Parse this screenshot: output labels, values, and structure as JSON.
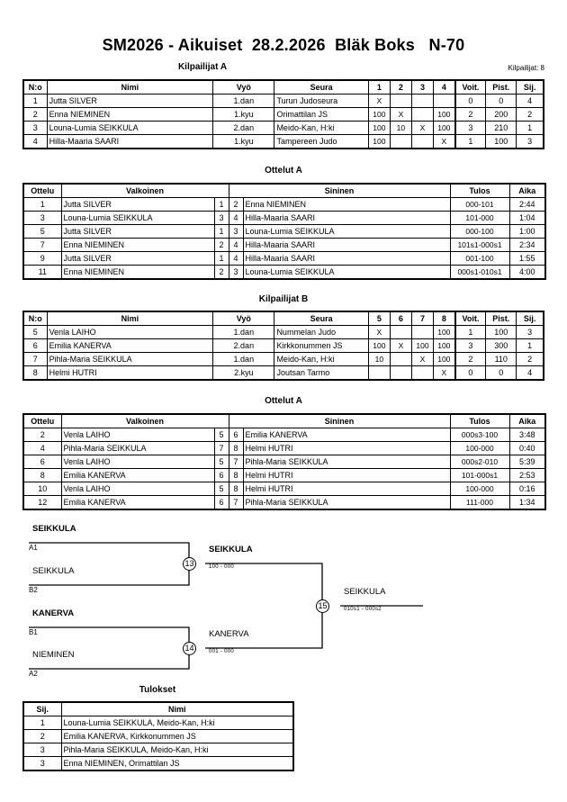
{
  "header": {
    "title": "SM2026 - Aikuiset  28.2.2026  Bläk Boks   N-70",
    "pool_a_caption": "Kilpailijat A",
    "competitor_count_note": "Kilpailijat: 8"
  },
  "pool_a": {
    "caption": "Kilpailijat A",
    "columns": [
      "N:o",
      "Nimi",
      "Vyö",
      "Seura",
      "1",
      "2",
      "3",
      "4",
      "Voit.",
      "Pist.",
      "Sij."
    ],
    "rows": [
      {
        "no": "1",
        "name": "Jutta SILVER",
        "belt": "1.dan",
        "club": "Turun Judoseura",
        "m": [
          "X",
          "",
          "",
          ""
        ],
        "wins": "0",
        "points": "0",
        "rank": "4"
      },
      {
        "no": "2",
        "name": "Enna NIEMINEN",
        "belt": "1.kyu",
        "club": "Orimattilan JS",
        "m": [
          "100",
          "X",
          "",
          "100"
        ],
        "wins": "2",
        "points": "200",
        "rank": "2"
      },
      {
        "no": "3",
        "name": "Louna-Lumia SEIKKULA",
        "belt": "2.dan",
        "club": "Meido-Kan, H:ki",
        "m": [
          "100",
          "10",
          "X",
          "100"
        ],
        "wins": "3",
        "points": "210",
        "rank": "1"
      },
      {
        "no": "4",
        "name": "Hilla-Maaria SAARI",
        "belt": "1.kyu",
        "club": "Tampereen Judo",
        "m": [
          "100",
          "",
          "",
          "X"
        ],
        "wins": "1",
        "points": "100",
        "rank": "3"
      }
    ]
  },
  "matches_a": {
    "caption": "Ottelut A",
    "columns": [
      "Ottelu",
      "Valkoinen",
      "",
      "",
      "Sininen",
      "Tulos",
      "Aika"
    ],
    "rows": [
      {
        "no": "1",
        "white": "Jutta SILVER",
        "white_bold": false,
        "wn": "1",
        "bn": "2",
        "blue": "Enna NIEMINEN",
        "blue_bold": true,
        "result": "000-101",
        "time": "2:44"
      },
      {
        "no": "3",
        "white": "Louna-Lumia SEIKKULA",
        "white_bold": true,
        "wn": "3",
        "bn": "4",
        "blue": "Hilla-Maaria SAARI",
        "blue_bold": false,
        "result": "101-000",
        "time": "1:04"
      },
      {
        "no": "5",
        "white": "Jutta SILVER",
        "white_bold": false,
        "wn": "1",
        "bn": "3",
        "blue": "Louna-Lumia SEIKKULA",
        "blue_bold": true,
        "result": "000-100",
        "time": "1:00"
      },
      {
        "no": "7",
        "white": "Enna NIEMINEN",
        "white_bold": true,
        "wn": "2",
        "bn": "4",
        "blue": "Hilla-Maaria SAARI",
        "blue_bold": false,
        "result": "101s1-000s1",
        "time": "2:34"
      },
      {
        "no": "9",
        "white": "Jutta SILVER",
        "white_bold": false,
        "wn": "1",
        "bn": "4",
        "blue": "Hilla-Maaria SAARI",
        "blue_bold": true,
        "result": "001-100",
        "time": "1:55"
      },
      {
        "no": "11",
        "white": "Enna NIEMINEN",
        "white_bold": false,
        "wn": "2",
        "bn": "3",
        "blue": "Louna-Lumia SEIKKULA",
        "blue_bold": true,
        "result": "000s1-010s1",
        "time": "4:00"
      }
    ]
  },
  "pool_b": {
    "caption": "Kilpailijat B",
    "columns": [
      "N:o",
      "Nimi",
      "Vyö",
      "Seura",
      "5",
      "6",
      "7",
      "8",
      "Voit.",
      "Pist.",
      "Sij."
    ],
    "rows": [
      {
        "no": "5",
        "name": "Venla LAIHO",
        "belt": "1.dan",
        "club": "Nummelan Judo",
        "m": [
          "X",
          "",
          "",
          "100"
        ],
        "wins": "1",
        "points": "100",
        "rank": "3"
      },
      {
        "no": "6",
        "name": "Emilia KANERVA",
        "belt": "2.dan",
        "club": "Kirkkonummen JS",
        "m": [
          "100",
          "X",
          "100",
          "100"
        ],
        "wins": "3",
        "points": "300",
        "rank": "1"
      },
      {
        "no": "7",
        "name": "Pihla-Maria SEIKKULA",
        "belt": "1.dan",
        "club": "Meido-Kan, H:ki",
        "m": [
          "10",
          "",
          "X",
          "100"
        ],
        "wins": "2",
        "points": "110",
        "rank": "2"
      },
      {
        "no": "8",
        "name": "Helmi HUTRI",
        "belt": "2.kyu",
        "club": "Joutsan Tarmo",
        "m": [
          "",
          "",
          "",
          "X"
        ],
        "wins": "0",
        "points": "0",
        "rank": "4"
      }
    ]
  },
  "matches_b": {
    "caption": "Ottelut A",
    "columns": [
      "Ottelu",
      "Valkoinen",
      "",
      "",
      "Sininen",
      "Tulos",
      "Aika"
    ],
    "rows": [
      {
        "no": "2",
        "white": "Venla LAIHO",
        "white_bold": false,
        "wn": "5",
        "bn": "6",
        "blue": "Emilia KANERVA",
        "blue_bold": true,
        "result": "000s3-100",
        "time": "3:48"
      },
      {
        "no": "4",
        "white": "Pihla-Maria SEIKKULA",
        "white_bold": true,
        "wn": "7",
        "bn": "8",
        "blue": "Helmi HUTRI",
        "blue_bold": false,
        "result": "100-000",
        "time": "0:40"
      },
      {
        "no": "6",
        "white": "Venla LAIHO",
        "white_bold": false,
        "wn": "5",
        "bn": "7",
        "blue": "Pihla-Maria SEIKKULA",
        "blue_bold": true,
        "result": "000s2-010",
        "time": "5:39"
      },
      {
        "no": "8",
        "white": "Emilia KANERVA",
        "white_bold": true,
        "wn": "6",
        "bn": "8",
        "blue": "Helmi HUTRI",
        "blue_bold": false,
        "result": "101-000s1",
        "time": "2:53"
      },
      {
        "no": "10",
        "white": "Venla LAIHO",
        "white_bold": true,
        "wn": "5",
        "bn": "8",
        "blue": "Helmi HUTRI",
        "blue_bold": false,
        "result": "100-000",
        "time": "0:16"
      },
      {
        "no": "12",
        "white": "Emilia KANERVA",
        "white_bold": true,
        "wn": "6",
        "bn": "7",
        "blue": "Pihla-Maria SEIKKULA",
        "blue_bold": false,
        "result": "111-000",
        "time": "1:34"
      }
    ]
  },
  "bracket": {
    "slots": [
      {
        "name": "SEIKKULA",
        "seed": "A1",
        "bold": true
      },
      {
        "name": "SEIKKULA",
        "seed": "B2",
        "bold": false
      },
      {
        "name": "KANERVA",
        "seed": "B1",
        "bold": true
      },
      {
        "name": "NIEMINEN",
        "seed": "A2",
        "bold": false
      }
    ],
    "matches": [
      {
        "num": "13",
        "winner": "SEIKKULA",
        "score": "100 - 000"
      },
      {
        "num": "14",
        "winner": "KANERVA",
        "score": "001 - 000"
      },
      {
        "num": "15",
        "winner": "SEIKKULA",
        "score": "010s1 - 000s2"
      }
    ]
  },
  "results": {
    "caption": "Tulokset",
    "columns": [
      "Sij.",
      "Nimi"
    ],
    "rows": [
      {
        "rank": "1",
        "name": "Louna-Lumia SEIKKULA, Meido-Kan, H:ki"
      },
      {
        "rank": "2",
        "name": "Emilia KANERVA, Kirkkonummen JS"
      },
      {
        "rank": "3",
        "name": "Pihla-Maria SEIKKULA, Meido-Kan, H:ki"
      },
      {
        "rank": "3",
        "name": "Enna NIEMINEN, Orimattilan JS"
      }
    ]
  }
}
